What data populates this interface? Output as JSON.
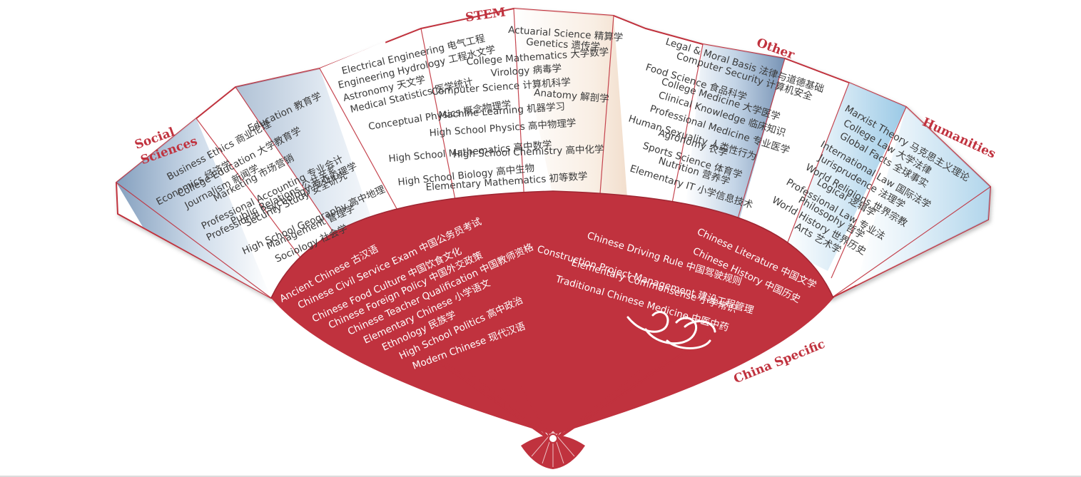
{
  "categories": {
    "stem": "STEM",
    "social": [
      "Social",
      "Sciences"
    ],
    "other": "Other",
    "humanities": "Humanities",
    "china": "China Specific"
  },
  "colors": {
    "accent": "#c0323e",
    "paper": "#ffffff",
    "text": "#3a3a3a",
    "blue": "#8fb0cf",
    "peach": "#f1dcc9"
  },
  "stem": [
    "Electrical Engineering 电气工程",
    "Engineering Hydrology 工程水文学",
    "Astronomy 天文学",
    "Medical Statistics 医学统计",
    "Conceptual Physics 概念物理学",
    "Actuarial Science 精算学",
    "Genetics 遗传学",
    "College Mathematics 大学数学",
    "Virology 病毒学",
    "Computer Science 计算机科学",
    "Anatomy 解剖学",
    "Machine Learning 机器学习",
    "High School Physics 高中物理学",
    "High School Mathematics 高中数学",
    "High School Chemistry 高中化学",
    "High School Biology 高中生物",
    "Elementary Mathematics 初等数学"
  ],
  "social": [
    "Business Ethics 商业伦理",
    "Economics 经济学",
    "Education 教育学",
    "College Education 大学教育学",
    "Journalism 新闻学",
    "Marketing 市场营销",
    "Professional Accounting 专业会计",
    "Professional Psychology 专业心理学",
    "Public Relations 公共关系",
    "Security Study 安全研究",
    "High School Geography 高中地理",
    "Management 管理学",
    "Sociology 社会学"
  ],
  "other": [
    "Legal & Moral Basis 法律与道德基础",
    "Computer Security 计算机安全",
    "Food Science 食品科学",
    "College Medicine 大学医学",
    "Clinical Knowledge 临床知识",
    "Professional Medicine 专业医学",
    "Human Sexuality 人类性行为",
    "Agronomy 农学",
    "Sports Science 体育学",
    "Nutrition 营养学",
    "Elementary IT 小学信息技术"
  ],
  "humanities": [
    "Marxist Theory 马克思主义理论",
    "College Law 大学法律",
    "Global Facts 全球事实",
    "International Law 国际法学",
    "Jurisprudence 法理学",
    "World Religions 世界宗教",
    "Logical 逻辑学",
    "Professional Law 专业法",
    "Philosophy 哲学",
    "World History 世界历史",
    "Arts 艺术学"
  ],
  "china_left": [
    "Ancient Chinese 古汉语",
    "Chinese Civil Service Exam 中国公务员考试",
    "Chinese Food Culture 中国饮食文化",
    "Chinese Foreign Policy 中国外交政策",
    "Chinese Teacher Qualification 中国教师资格",
    "Elementary Chinese 小学语文",
    "Ethnology 民族学",
    "High School Politics 高中政治",
    "Modern Chinese 现代汉语"
  ],
  "china_right": [
    "Chinese Driving Rule 中国驾驶规则",
    "Construction Project Management 建设工程管理",
    "Elementary Commonsense 小学常识",
    "Traditional Chinese Medicine 中医中药",
    "Chinese Literature 中国文学",
    "Chinese History 中国历史"
  ]
}
